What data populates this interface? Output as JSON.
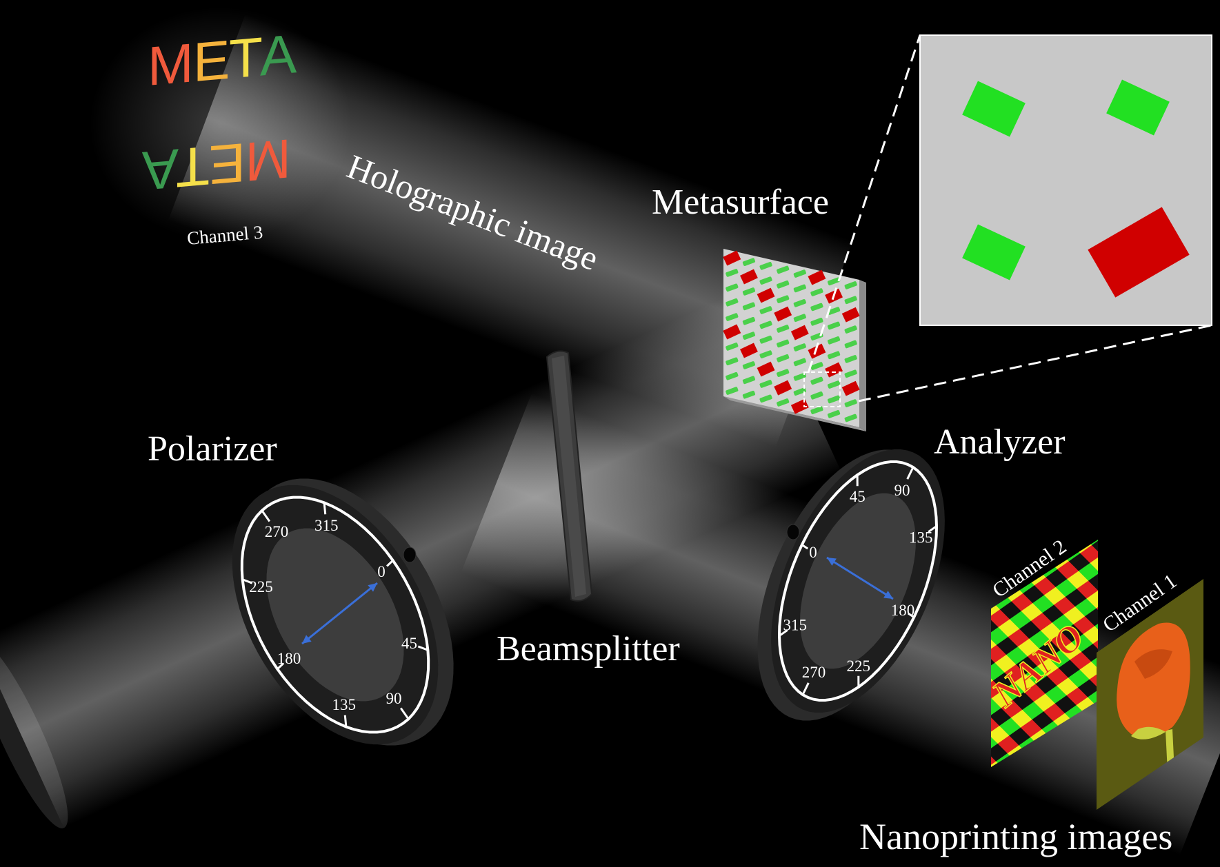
{
  "labels": {
    "holographic_image": "Holographic image",
    "metasurface": "Metasurface",
    "polarizer": "Polarizer",
    "beamsplitter": "Beamsplitter",
    "analyzer": "Analyzer",
    "nanoprinting_images": "Nanoprinting images",
    "channel_1": "Channel 1",
    "channel_2": "Channel 2",
    "channel_3": "Channel 3"
  },
  "hologram_text": {
    "word": "META",
    "letters": [
      "M",
      "E",
      "T",
      "A"
    ],
    "letter_colors": [
      "#f05a3c",
      "#f5b23c",
      "#f5e04a",
      "#3a9a50"
    ]
  },
  "channel_2_text": "NANO",
  "polarizer_dial": [
    "0",
    "45",
    "90",
    "135",
    "180",
    "225",
    "270",
    "315"
  ],
  "analyzer_dial": [
    "0",
    "45",
    "90",
    "135",
    "180",
    "225",
    "270",
    "315"
  ],
  "colors": {
    "background": "#000000",
    "inset_background": "#c8c8c8",
    "nanobrick_green": "#22e022",
    "nanobrick_red": "#d00000",
    "polarization_arrow": "#3a6fd8",
    "checker": [
      "#f0f020",
      "#e02020",
      "#111111",
      "#22e022"
    ],
    "channel_1_background": "#5a5a12",
    "rose": "#e8601a"
  }
}
